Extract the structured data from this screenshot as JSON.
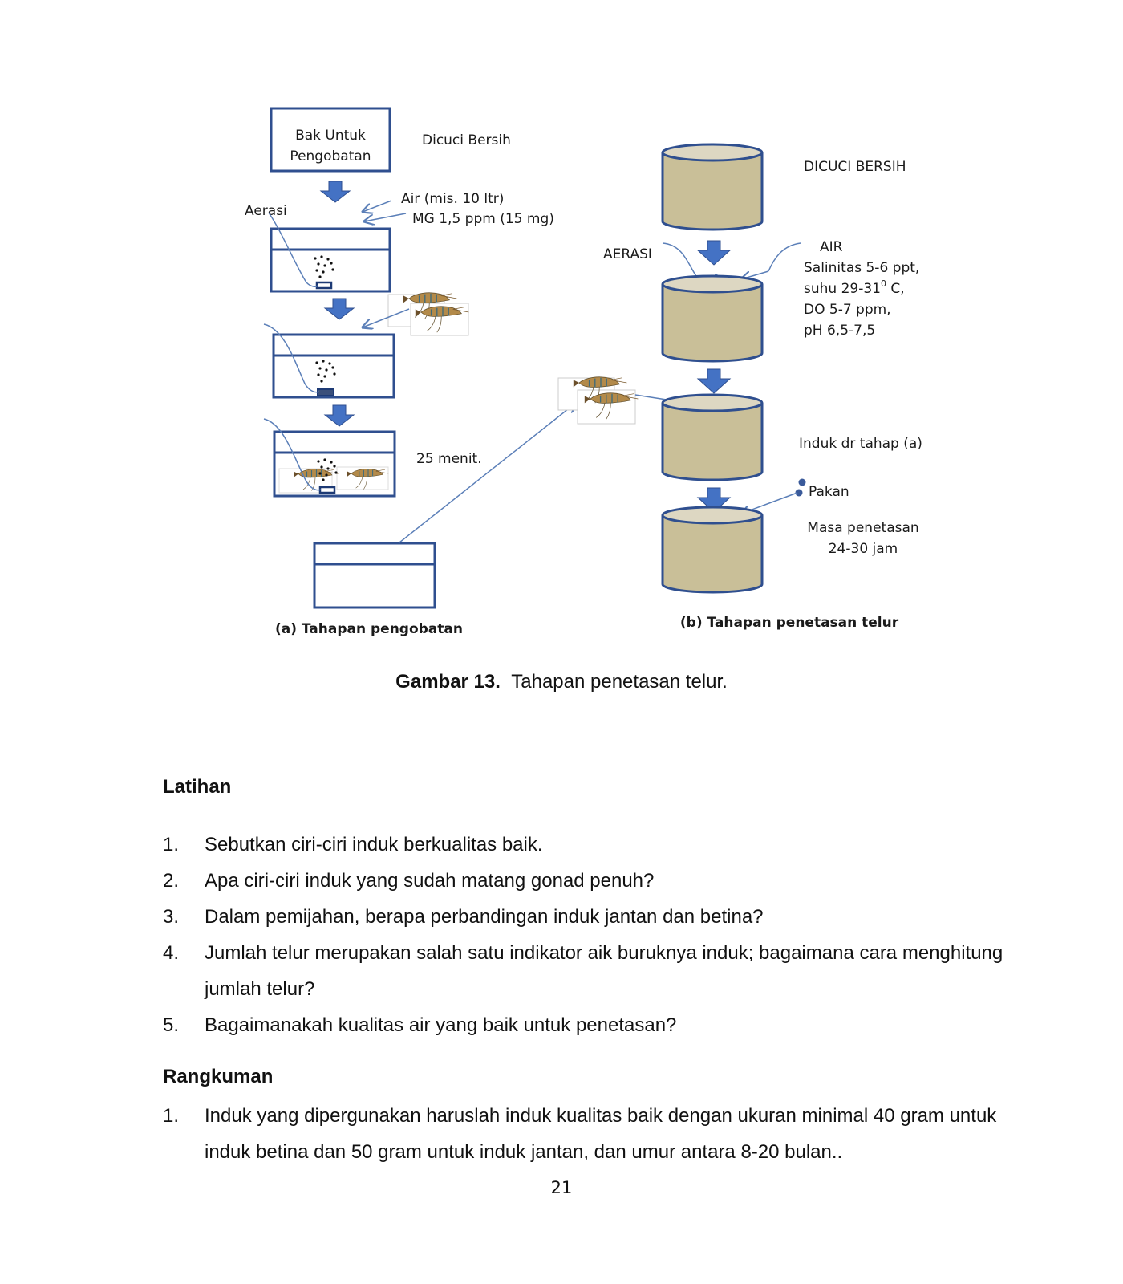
{
  "figure": {
    "left": {
      "box_title_line1": "Bak Untuk",
      "box_title_line2": "Pengobatan",
      "dicuci": "Dicuci Bersih",
      "aerasi": "Aerasi",
      "air": "Air (mis. 10 ltr)",
      "mg": "MG 1,5 ppm (15 mg)",
      "menit": "25 menit.",
      "subcaption": "(a) Tahapan pengobatan"
    },
    "right": {
      "dicuci": "DICUCI BERSIH",
      "aerasi": "AERASI",
      "air": "AIR",
      "salinitas": "Salinitas 5-6 ppt,",
      "suhu_prefix": "suhu 29-31",
      "suhu_sup": "0",
      "suhu_suffix": " C,",
      "do": "DO 5-7 ppm,",
      "ph": "pH 6,5-7,5",
      "induk": "Induk dr tahap (a)",
      "pakan": "Pakan",
      "masa1": "Masa penetasan",
      "masa2": "24-30 jam",
      "subcaption": "(b) Tahapan  penetasan telur"
    }
  },
  "caption": {
    "label": "Gambar 13.",
    "text": "Tahapan penetasan telur."
  },
  "latihan": {
    "title": "Latihan",
    "items": [
      {
        "num": "1.",
        "text": "Sebutkan ciri-ciri induk berkualitas baik."
      },
      {
        "num": "2.",
        "text": "Apa ciri-ciri induk yang sudah matang gonad penuh?"
      },
      {
        "num": "3.",
        "text": "Dalam pemijahan, berapa perbandingan induk jantan dan betina?"
      },
      {
        "num": "4.",
        "text": "Jumlah telur merupakan salah satu indikator aik buruknya induk; bagaimana cara menghitung jumlah telur?"
      },
      {
        "num": "5.",
        "text": "Bagaimanakah kualitas air yang baik untuk penetasan?"
      }
    ]
  },
  "rangkuman": {
    "title": "Rangkuman",
    "items": [
      {
        "num": "1.",
        "text": "Induk yang  dipergunakan haruslah induk kualitas baik dengan ukuran minimal 40 gram untuk induk betina dan 50 gram untuk induk jantan, dan umur antara 8-20 bulan.."
      }
    ]
  },
  "page_number": "21",
  "colors": {
    "box_stroke": "#2f4f8f",
    "arrow_fill": "#4472c4",
    "tank_fill": "#c9bf98",
    "tank_top": "#ddd7c2",
    "line": "#5b7fb8"
  }
}
